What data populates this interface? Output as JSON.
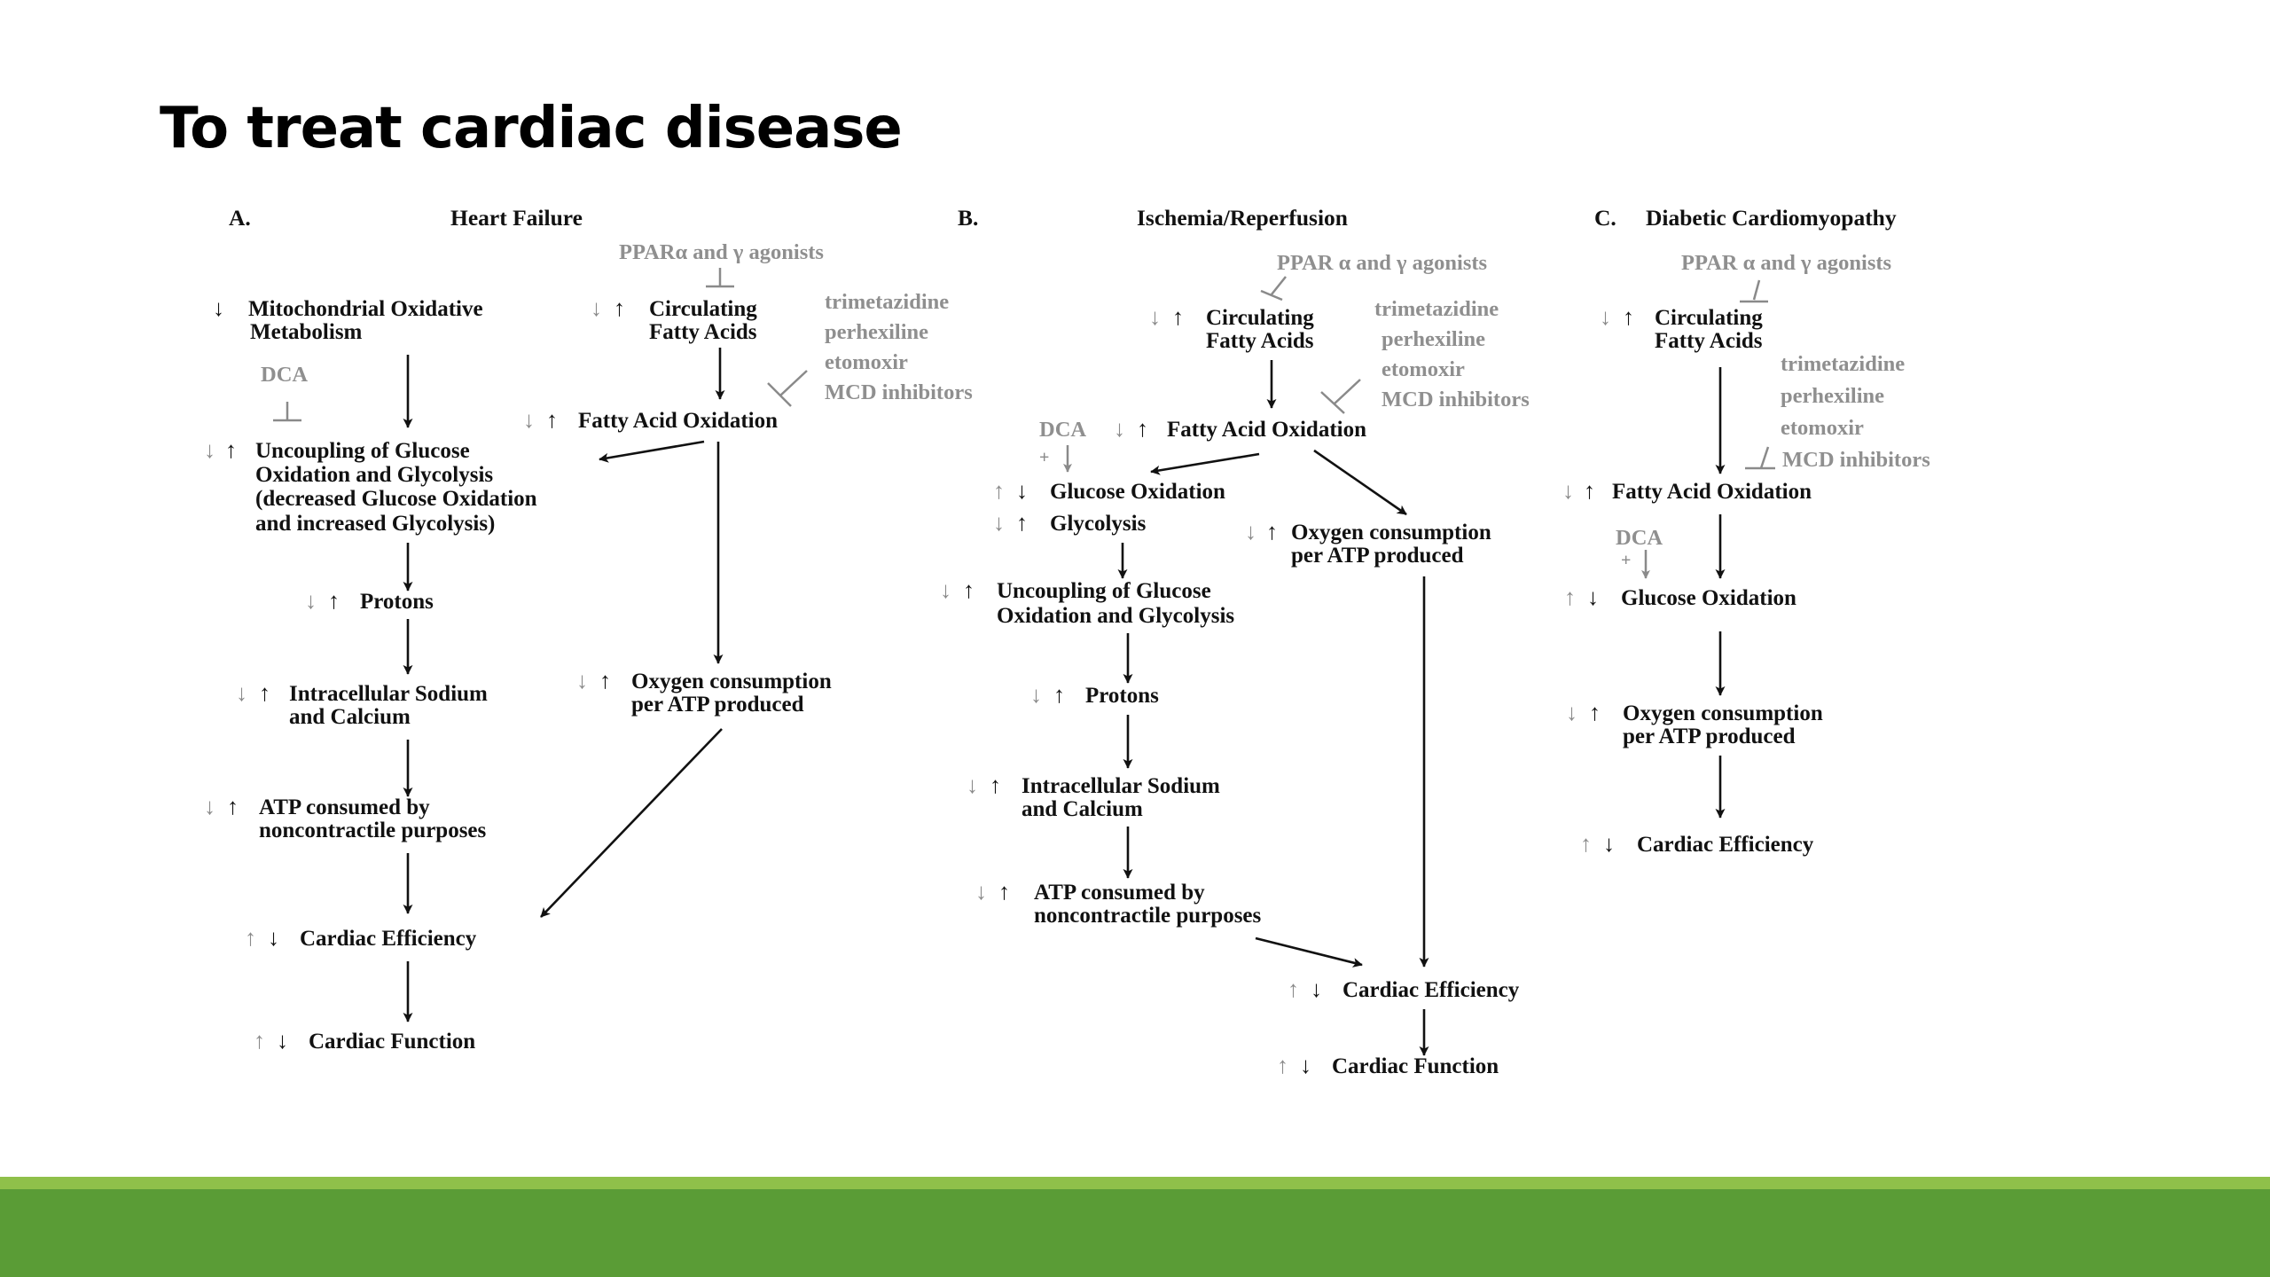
{
  "slide": {
    "title": "To treat cardiac disease"
  },
  "colors": {
    "footer_band": "#5a9c36",
    "footer_line": "#8fc04a",
    "arrow": "#111111",
    "drug_text": "#8f8f8f"
  },
  "panels": {
    "a": {
      "letter": "A.",
      "title": "Heart Failure",
      "ppar": "PPARα and γ agonists",
      "mito_l1": "Mitochondrial Oxidative",
      "mito_l2": "Metabolism",
      "circ_l1": "Circulating",
      "circ_l2": "Fatty Acids",
      "drugs": [
        "trimetazidine",
        "perhexiline",
        "etomoxir",
        "MCD inhibitors"
      ],
      "dca": "DCA",
      "fao": "Fatty Acid Oxidation",
      "uncoupling": [
        "Uncoupling of Glucose",
        "Oxidation and Glycolysis",
        "(decreased Glucose Oxidation",
        "and increased Glycolysis)"
      ],
      "protons": "Protons",
      "sodium_l1": "Intracellular Sodium",
      "sodium_l2": "and Calcium",
      "oxygen_l1": "Oxygen consumption",
      "oxygen_l2": "per ATP produced",
      "atp_l1": "ATP consumed by",
      "atp_l2": "noncontractile purposes",
      "efficiency": "Cardiac Efficiency",
      "function": "Cardiac Function"
    },
    "b": {
      "letter": "B.",
      "title": "Ischemia/Reperfusion",
      "ppar": "PPAR α and γ agonists",
      "circ_l1": "Circulating",
      "circ_l2": "Fatty Acids",
      "drugs": [
        "trimetazidine",
        "perhexiline",
        "etomoxir",
        "MCD inhibitors"
      ],
      "dca": "DCA",
      "plus": "+",
      "fao": "Fatty Acid Oxidation",
      "glucose_ox": "Glucose Oxidation",
      "glycolysis": "Glycolysis",
      "oxygen_l1": "Oxygen consumption",
      "oxygen_l2": "per ATP produced",
      "uncoupling_l1": "Uncoupling of Glucose",
      "uncoupling_l2": "Oxidation  and Glycolysis",
      "protons": "Protons",
      "sodium_l1": "Intracellular Sodium",
      "sodium_l2": "and Calcium",
      "atp_l1": "ATP consumed by",
      "atp_l2": "noncontractile purposes",
      "efficiency": "Cardiac Efficiency",
      "function": "Cardiac Function"
    },
    "c": {
      "letter": "C.",
      "title": "Diabetic Cardiomyopathy",
      "ppar": "PPAR α and γ agonists",
      "circ_l1": "Circulating",
      "circ_l2": "Fatty Acids",
      "drugs": [
        "trimetazidine",
        "perhexiline",
        "etomoxir",
        "MCD inhibitors"
      ],
      "fao": "Fatty Acid Oxidation",
      "dca": "DCA",
      "plus": "+",
      "glucose_ox": "Glucose Oxidation",
      "oxygen_l1": "Oxygen consumption",
      "oxygen_l2": "per ATP produced",
      "efficiency": "Cardiac Efficiency"
    }
  }
}
